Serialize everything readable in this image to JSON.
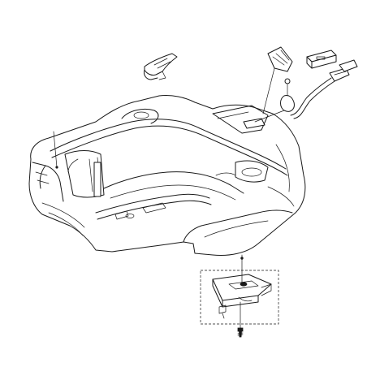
{
  "diagram": {
    "type": "exploded-parts-view",
    "colors": {
      "line": "#1a1a1a",
      "background": "#ffffff"
    },
    "parts": [
      {
        "name": "chassis-body-shell"
      },
      {
        "name": "clip-bracket"
      },
      {
        "name": "display-panel-assembly"
      },
      {
        "name": "cable-harness"
      },
      {
        "name": "lower-bracket-with-seal"
      },
      {
        "name": "mounting-screw"
      }
    ]
  }
}
